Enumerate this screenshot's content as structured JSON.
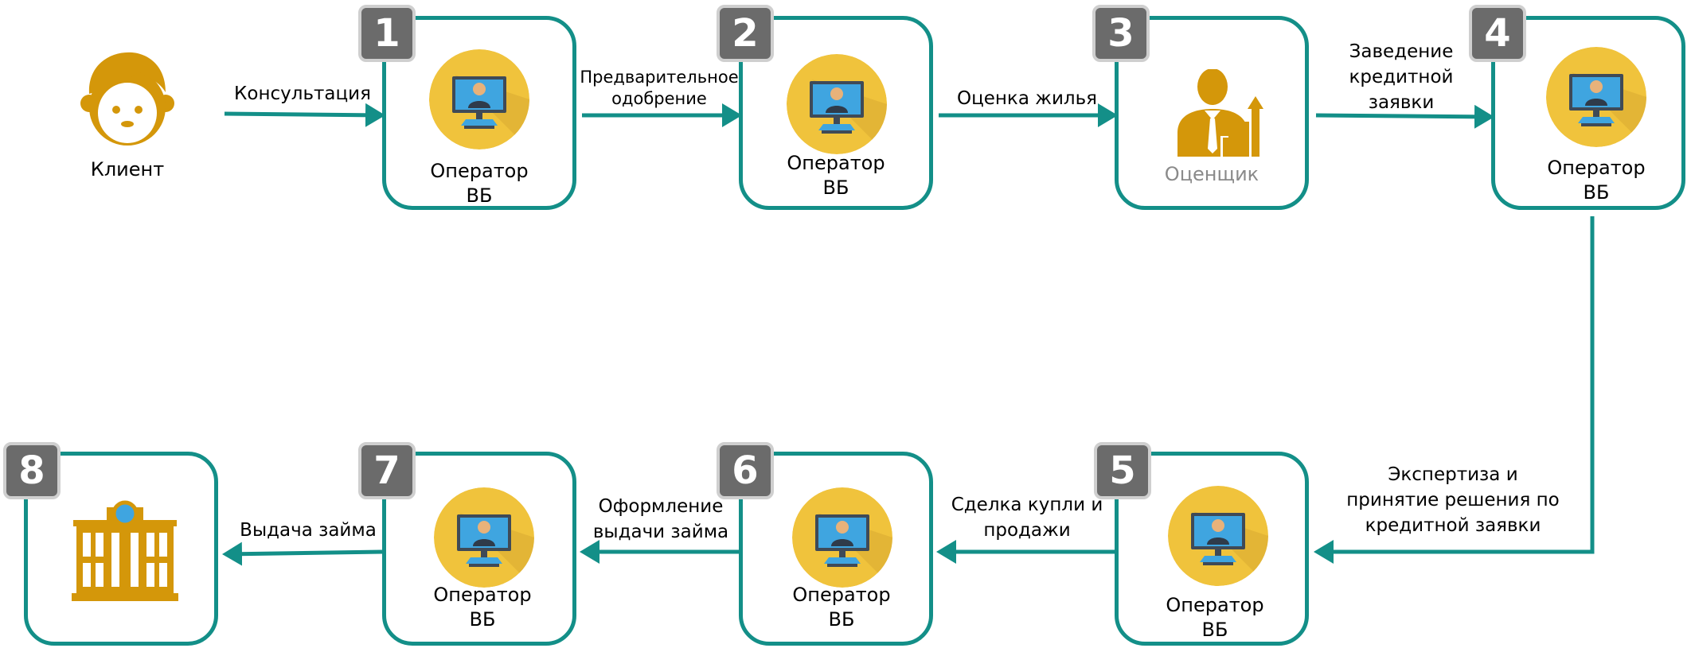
{
  "colors": {
    "accent": "#138f88",
    "gold": "#d4970a",
    "badge": "#6b6b6b",
    "circle": "#f0c33c"
  },
  "client": {
    "label": "Клиент",
    "icon": "client-icon"
  },
  "steps": [
    {
      "number": "1",
      "role_line1": "Оператор",
      "role_line2": "ВБ",
      "icon": "operator-icon"
    },
    {
      "number": "2",
      "role_line1": "Оператор",
      "role_line2": "ВБ",
      "icon": "operator-icon"
    },
    {
      "number": "3",
      "role_line1": "Оценщик",
      "role_line2": "",
      "icon": "appraiser-icon"
    },
    {
      "number": "4",
      "role_line1": "Оператор",
      "role_line2": "ВБ",
      "icon": "operator-icon"
    },
    {
      "number": "5",
      "role_line1": "Оператор",
      "role_line2": "ВБ",
      "icon": "operator-icon"
    },
    {
      "number": "6",
      "role_line1": "Оператор",
      "role_line2": "ВБ",
      "icon": "operator-icon"
    },
    {
      "number": "7",
      "role_line1": "Оператор",
      "role_line2": "ВБ",
      "icon": "operator-icon"
    },
    {
      "number": "8",
      "role_line1": "",
      "role_line2": "",
      "icon": "bank-building-icon"
    }
  ],
  "arrows": {
    "consult": "Консультация",
    "preapproval_1": "Предварительное",
    "preapproval_2": "одобрение",
    "appraisal": "Оценка жилья",
    "application_1": "Заведение",
    "application_2": "кредитной",
    "application_3": "заявки",
    "expertise_1": "Экспертиза и",
    "expertise_2": "принятие решения по",
    "expertise_3": "кредитной заявки",
    "deal_1": "Сделка купли и",
    "deal_2": "продажи",
    "issuance_prep_1": "Оформление",
    "issuance_prep_2": "выдачи займа",
    "issuance": "Выдача займа"
  }
}
